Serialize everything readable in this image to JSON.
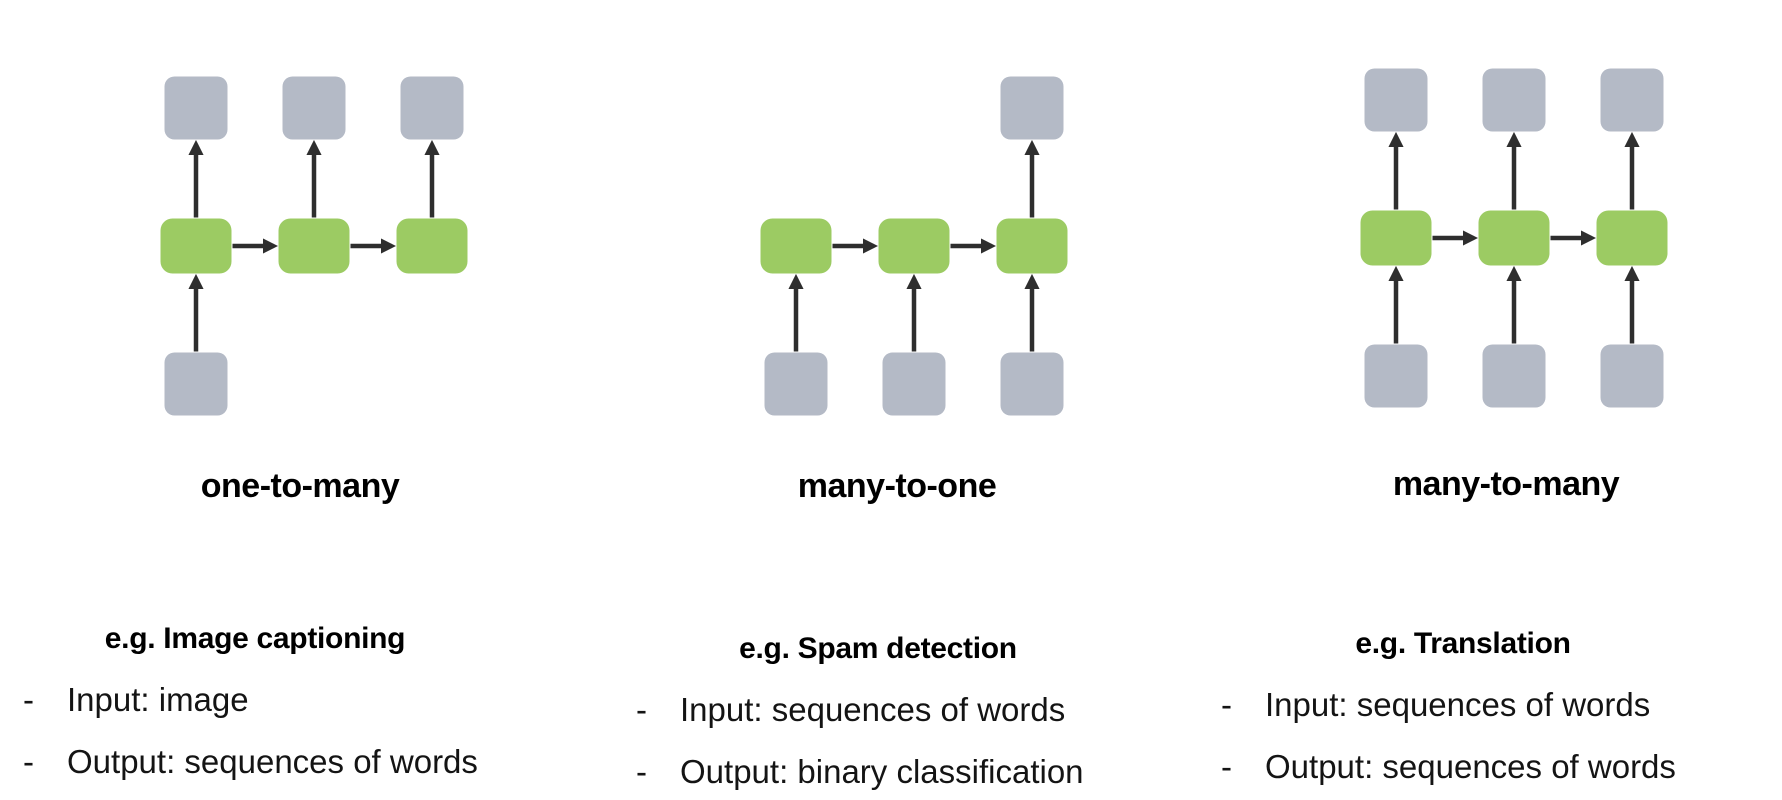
{
  "slide": {
    "background": "#ffffff",
    "bullet_marker": "-"
  },
  "colors": {
    "input_output_box": "#b4bac6",
    "hidden_state_box": "#9ccb63",
    "arrow": "#2e2e2e",
    "label_text": "#000000",
    "body_text": "#141414"
  },
  "diagrams": [
    {
      "label": "one-to-many",
      "columns": 3,
      "output_boxes": [
        true,
        true,
        true
      ],
      "hidden_boxes": [
        true,
        true,
        true
      ],
      "input_boxes": [
        true,
        false,
        false
      ]
    },
    {
      "label": "many-to-one",
      "columns": 3,
      "output_boxes": [
        false,
        false,
        true
      ],
      "hidden_boxes": [
        true,
        true,
        true
      ],
      "input_boxes": [
        true,
        true,
        true
      ]
    },
    {
      "label": "many-to-many",
      "columns": 3,
      "output_boxes": [
        true,
        true,
        true
      ],
      "hidden_boxes": [
        true,
        true,
        true
      ],
      "input_boxes": [
        true,
        true,
        true
      ]
    }
  ],
  "examples": [
    {
      "title": "e.g. Image captioning",
      "bullets": [
        "Input: image",
        "Output: sequences of words"
      ]
    },
    {
      "title": "e.g. Spam detection",
      "bullets": [
        "Input: sequences of words",
        "Output: binary classification"
      ]
    },
    {
      "title": "e.g. Translation",
      "bullets": [
        "Input: sequences of words",
        "Output: sequences of words"
      ]
    }
  ]
}
